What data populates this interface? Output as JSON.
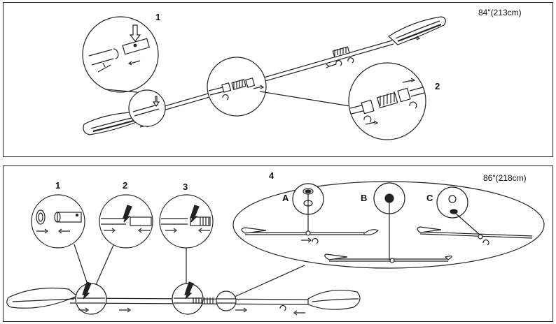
{
  "top_panel": {
    "length_label": "84\"(213cm)",
    "step_labels": [
      "1",
      "2"
    ]
  },
  "bottom_panel": {
    "length_label": "86\"(218cm)",
    "step_labels": [
      "1",
      "2",
      "3",
      "4"
    ],
    "option_labels": [
      "A",
      "B",
      "C"
    ]
  }
}
